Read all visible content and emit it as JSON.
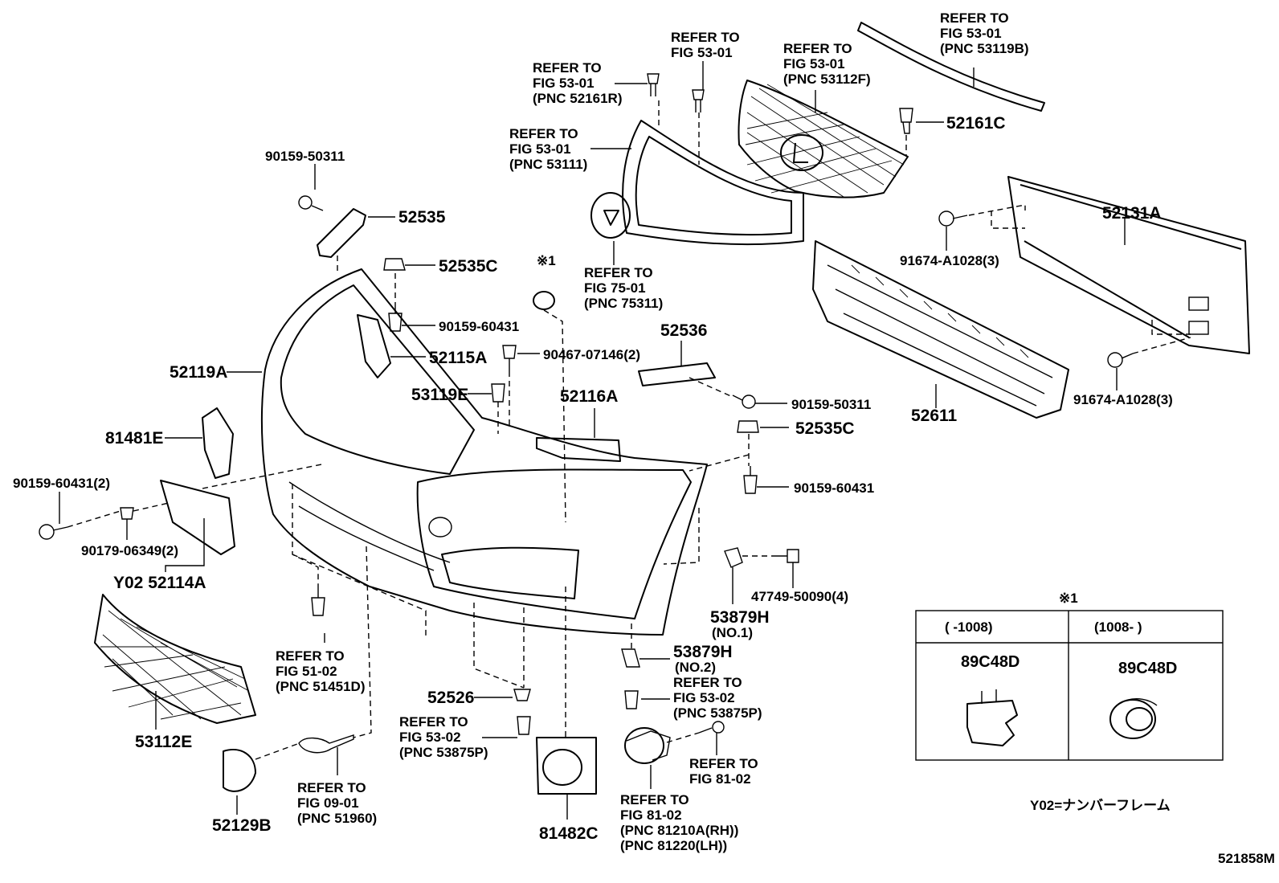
{
  "labels": {
    "refer_52119b": "REFER TO\nFIG 53-01\n(PNC 53119B)",
    "refer_53112f": "REFER TO\nFIG 53-01\n(PNC 53112F)",
    "refer_fig5301_top": "REFER TO\nFIG 53-01",
    "refer_52161r": "REFER TO\nFIG 53-01\n(PNC 52161R)",
    "refer_53111": "REFER TO\nFIG 53-01\n(PNC 53111)",
    "refer_75311": "REFER TO\nFIG 75-01\n(PNC 75311)",
    "refer_51451d": "REFER TO\nFIG 51-02\n(PNC 51451D)",
    "refer_53875p_a": "REFER TO\nFIG 53-02\n(PNC 53875P)",
    "refer_53875p_b": "REFER TO\nFIG 53-02\n(PNC 53875P)",
    "refer_51960": "REFER TO\nFIG 09-01\n(PNC 51960)",
    "refer_8102": "REFER TO\nFIG 81-02",
    "refer_81210a": "REFER TO\nFIG 81-02\n(PNC 81210A(RH))\n(PNC 81220(LH))",
    "p52161c": "52161C",
    "p52131a": "52131A",
    "p91674_a": "91674-A1028(3)",
    "p91674_b": "91674-A1028(3)",
    "p52611": "52611",
    "p90159_50311_a": "90159-50311",
    "p52535": "52535",
    "p52535c_a": "52535C",
    "p90159_60431_a": "90159-60431",
    "p52115a": "52115A",
    "p90467": "90467-07146(2)",
    "p53119e": "53119E",
    "p52116a": "52116A",
    "p52536": "52536",
    "p90159_50311_b": "90159-50311",
    "p52535c_b": "52535C",
    "p90159_60431_b": "90159-60431",
    "p52119a": "52119A",
    "p81481e": "81481E",
    "p90159_60431_2": "90159-60431(2)",
    "p90179": "90179-06349(2)",
    "p52114a": "Y02 52114A",
    "p53112e": "53112E",
    "p52129b": "52129B",
    "p52526": "52526",
    "p81482c": "81482C",
    "p53879h_1": "53879H",
    "p53879h_1_sub": "(NO.1)",
    "p53879h_2": "53879H",
    "p53879h_2_sub": "(NO.2)",
    "p47749": "47749-50090(4)",
    "note_mark": "※1",
    "note_mark_table": "※1",
    "legend": "Y02=ナンバーフレーム",
    "ref_code": "521858M"
  },
  "table": {
    "col1_header": "(      -1008)",
    "col2_header": "(1008-      )",
    "col1_part": "89C48D",
    "col2_part": "89C48D"
  }
}
